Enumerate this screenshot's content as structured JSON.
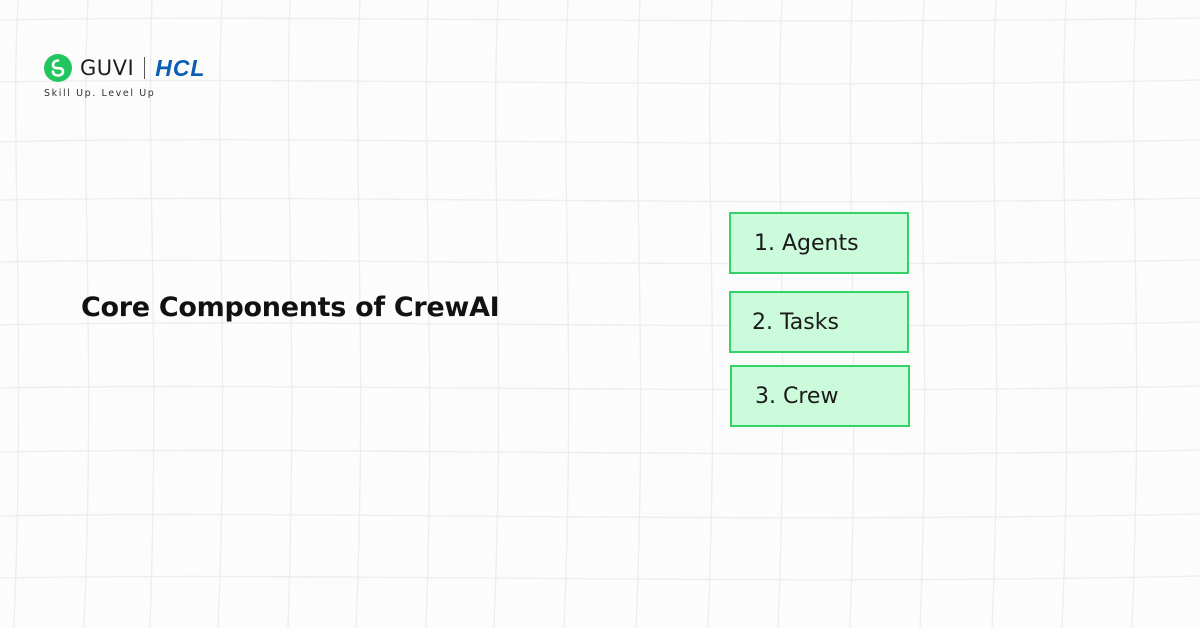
{
  "brand": {
    "name": "GUVI",
    "partner": "HCL",
    "tagline": "Skill Up. Level Up",
    "primary_color": "#22c55e",
    "partner_color": "#0a5fb4"
  },
  "title": "Core Components of CrewAI",
  "components": [
    {
      "label": "1. Agents"
    },
    {
      "label": "2. Tasks"
    },
    {
      "label": "3. Crew"
    }
  ],
  "colors": {
    "box_fill": "#ccfbdc",
    "box_border": "#34d36a",
    "background": "#fcfcfc"
  }
}
